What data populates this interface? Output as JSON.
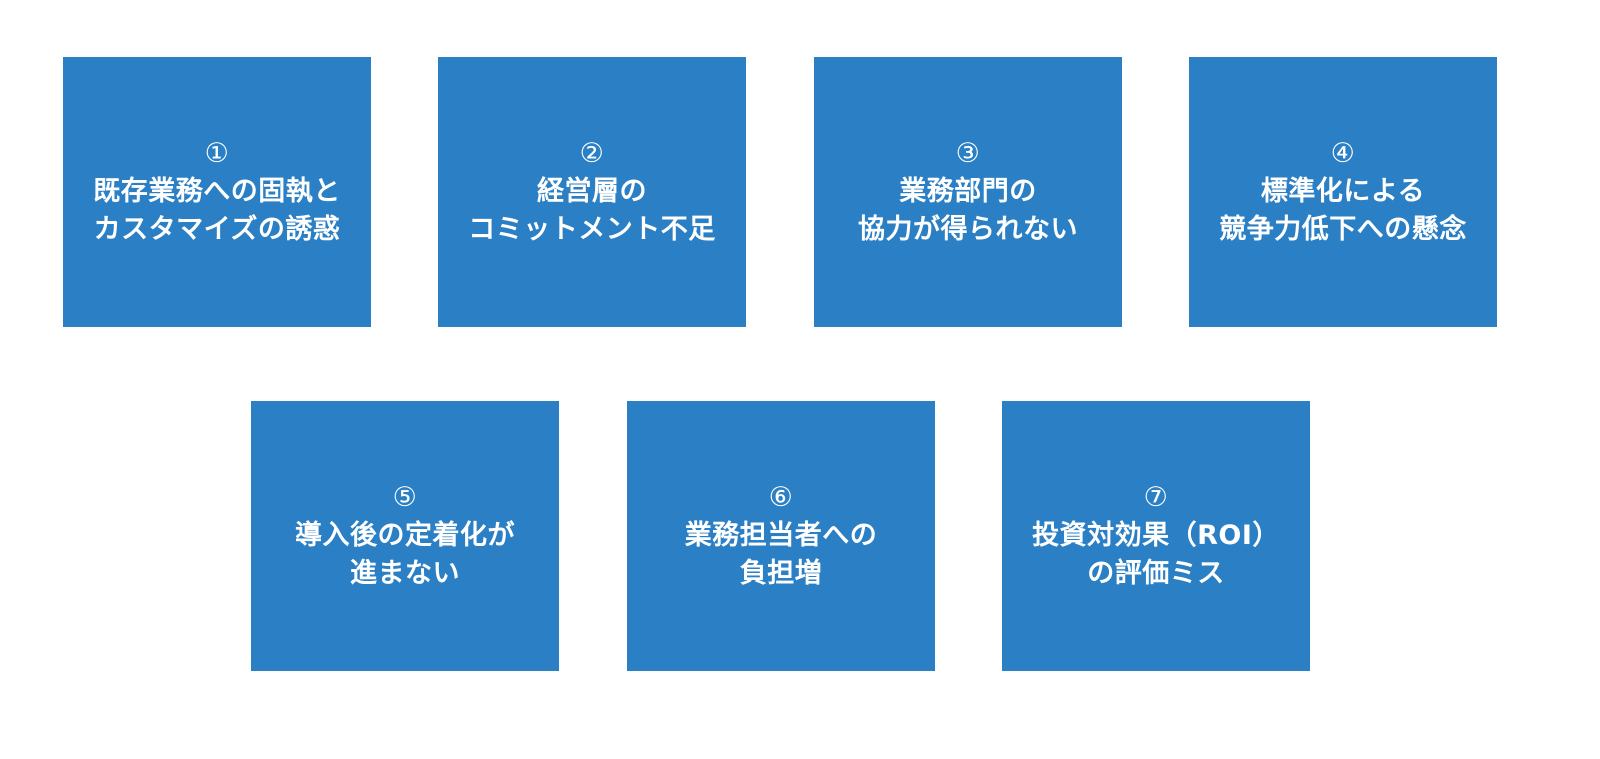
{
  "colors": {
    "box_fill": "#2b7fc4",
    "text": "#ffffff",
    "background": "#ffffff"
  },
  "boxes": [
    {
      "number": "①",
      "lines": [
        "既存業務への固執と",
        "カスタマイズの誘惑"
      ]
    },
    {
      "number": "②",
      "lines": [
        "経営層の",
        "コミットメント不足"
      ]
    },
    {
      "number": "③",
      "lines": [
        "業務部門の",
        "協力が得られない"
      ]
    },
    {
      "number": "④",
      "lines": [
        "標準化による",
        "競争力低下への懸念"
      ]
    },
    {
      "number": "⑤",
      "lines": [
        "導入後の定着化が",
        "進まない"
      ]
    },
    {
      "number": "⑥",
      "lines": [
        "業務担当者への",
        "負担増"
      ]
    },
    {
      "number": "⑦",
      "lines": [
        "投資対効果（ROI）",
        "の評価ミス"
      ]
    }
  ]
}
